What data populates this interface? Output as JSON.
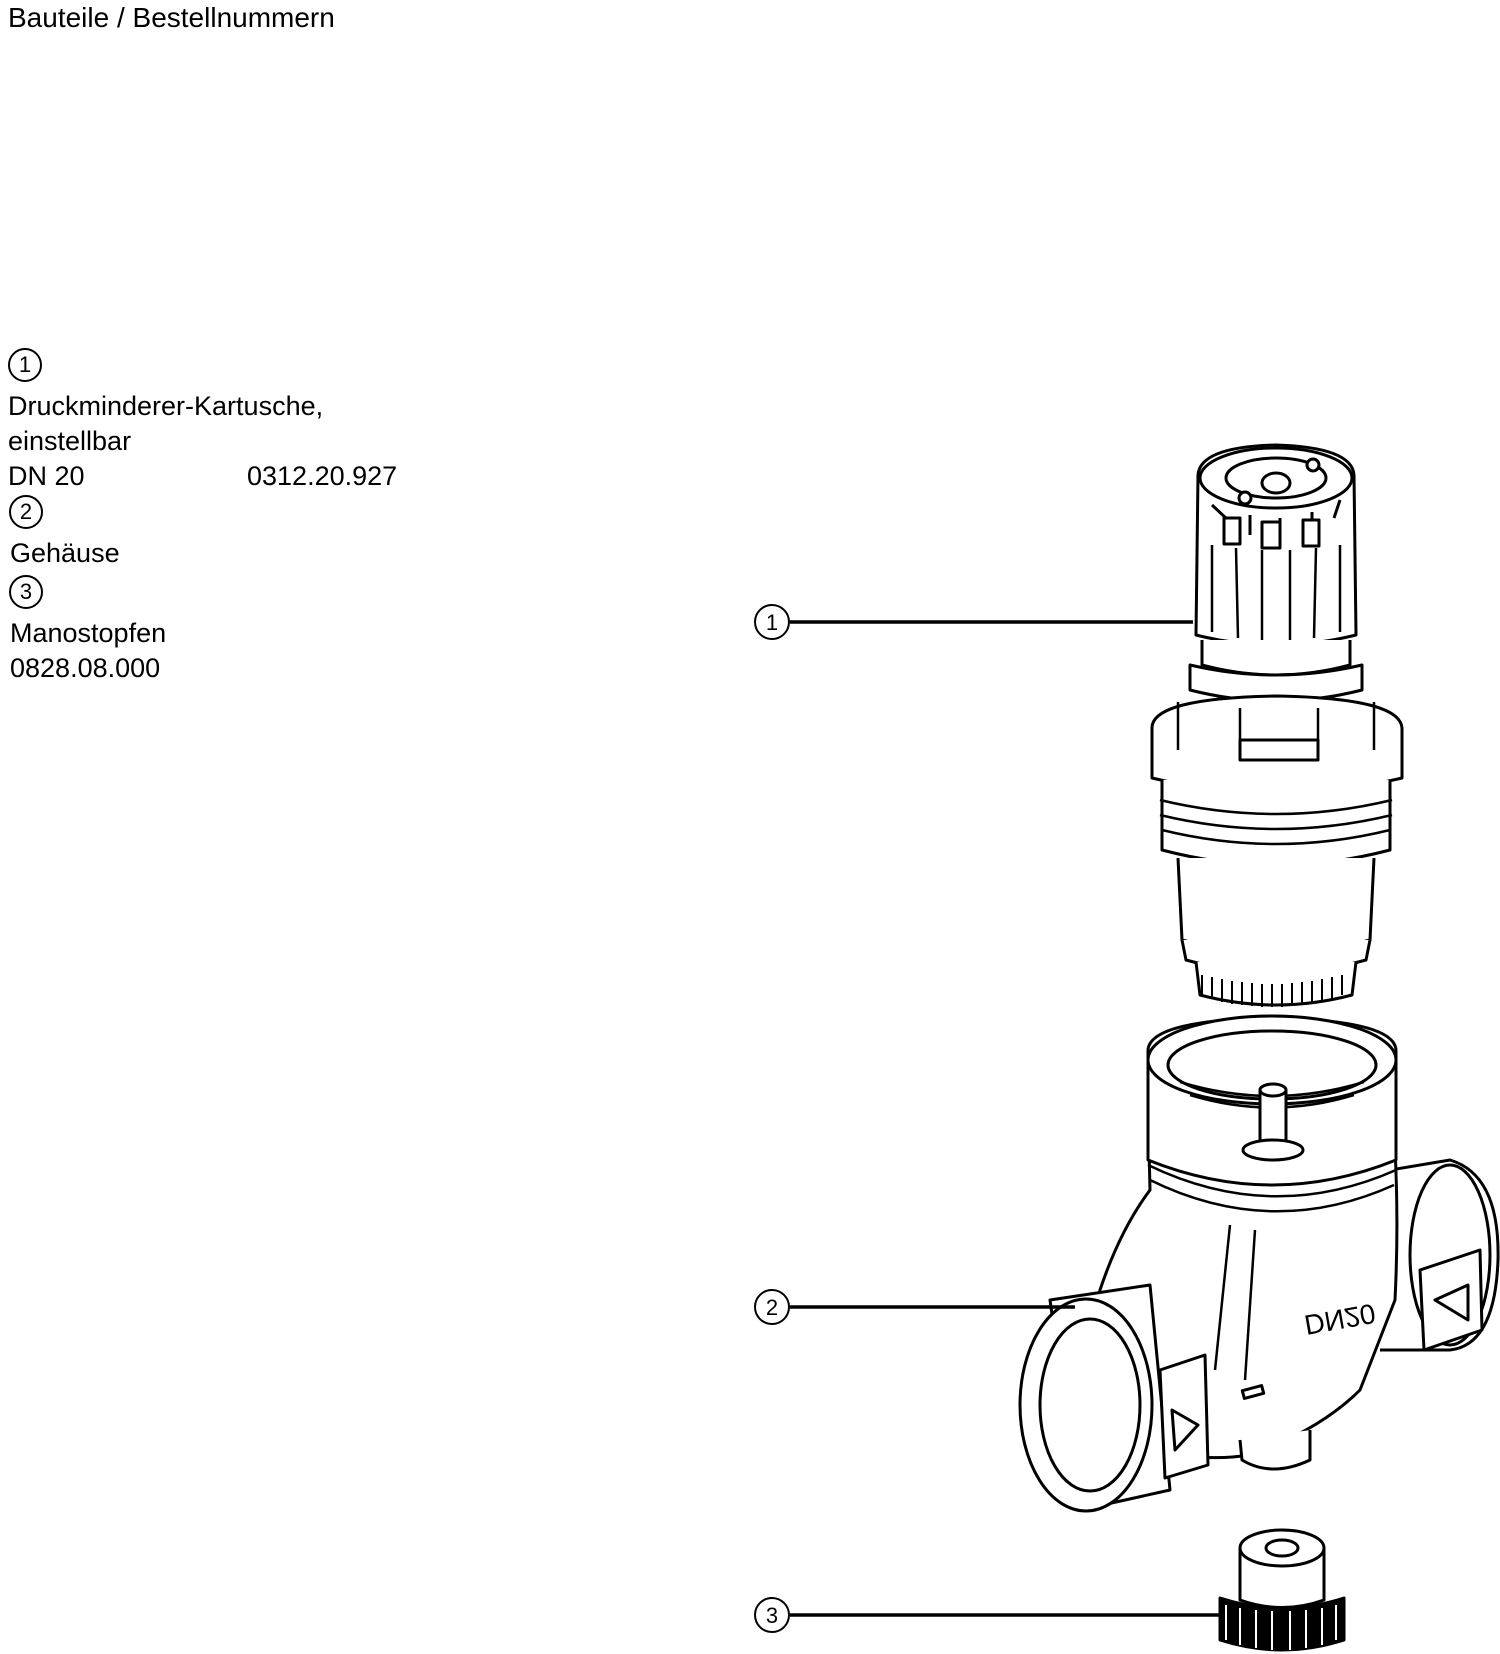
{
  "title": "Bauteile / Bestellnummern",
  "parts": [
    {
      "number": "1",
      "name_line1": "Druckminderer-Kartusche,",
      "name_line2": "einstellbar",
      "size": "DN 20",
      "order_no": "0312.20.927"
    },
    {
      "number": "2",
      "name": "Gehäuse"
    },
    {
      "number": "3",
      "name": "Manostopfen",
      "order_no": "0828.08.000"
    }
  ],
  "drawing": {
    "housing_marking": "DN20",
    "callouts": [
      "1",
      "2",
      "3"
    ]
  }
}
